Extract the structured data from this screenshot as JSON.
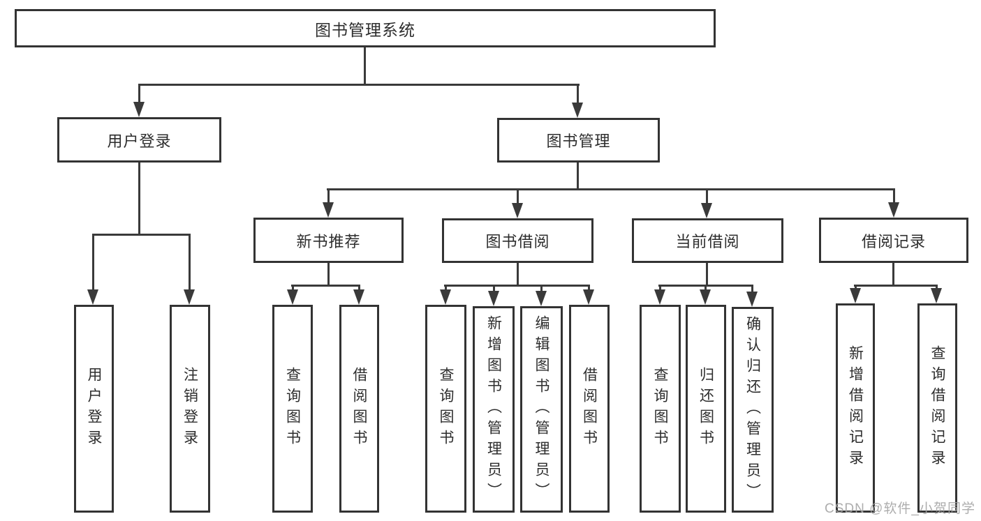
{
  "nodes": {
    "root": "图书管理系统",
    "user_login": "用户登录",
    "book_mgmt": "图书管理",
    "new_books": "新书推荐",
    "book_borrow": "图书借阅",
    "current_borrow": "当前借阅",
    "borrow_records": "借阅记录",
    "ul_login": "用户登录",
    "ul_logout": "注销登录",
    "nb_query": "查询图书",
    "nb_borrow": "借阅图书",
    "bb_query": "查询图书",
    "bb_add": "新增图书（管理员）",
    "bb_edit": "编辑图书（管理员）",
    "bb_borrow": "借阅图书",
    "cb_query": "查询图书",
    "cb_return": "归还图书",
    "cb_confirm": "确认归还（管理员）",
    "br_add": "新增借阅记录",
    "br_query": "查询借阅记录"
  },
  "hierarchy": {
    "图书管理系统": {
      "用户登录": [
        "用户登录",
        "注销登录"
      ],
      "图书管理": {
        "新书推荐": [
          "查询图书",
          "借阅图书"
        ],
        "图书借阅": [
          "查询图书",
          "新增图书（管理员）",
          "编辑图书（管理员）",
          "借阅图书"
        ],
        "当前借阅": [
          "查询图书",
          "归还图书",
          "确认归还（管理员）"
        ],
        "借阅记录": [
          "新增借阅记录",
          "查询借阅记录"
        ]
      }
    }
  },
  "watermark": "CSDN @软件_小贺同学",
  "colors": {
    "line": "#3a3a3a",
    "box_border": "#333333",
    "text": "#2d2d2d",
    "watermark": "#a4a4a4",
    "background": "#ffffff"
  }
}
